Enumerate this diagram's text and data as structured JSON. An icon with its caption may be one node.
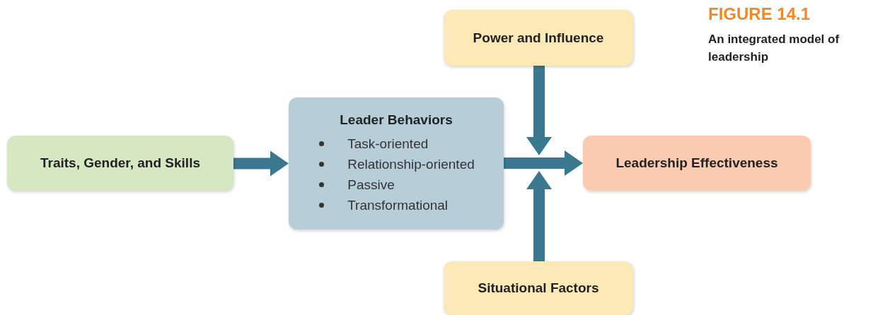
{
  "diagram": {
    "title": "FIGURE 14.1",
    "caption": "An integrated model of leadership",
    "nodes": [
      {
        "text": [
          "Traits, Gender, and Skills"
        ]
      },
      {
        "text": [
          "Leader Behaviors",
          "Task-oriented",
          "Relationship-oriented",
          "Passive",
          "Transformational"
        ]
      },
      {
        "text": [
          "Power and Influence"
        ]
      },
      {
        "text": [
          "Leadership Effectiveness"
        ]
      },
      {
        "text": [
          "Situational Factors"
        ]
      }
    ],
    "edges": [
      {
        "from": 0,
        "to": 1,
        "arrow": "to"
      },
      {
        "from": 1,
        "to": 3,
        "arrow": "to"
      },
      {
        "from": 2,
        "to": 3,
        "arrow": "to"
      },
      {
        "from": 4,
        "to": 3,
        "arrow": "to"
      }
    ]
  }
}
